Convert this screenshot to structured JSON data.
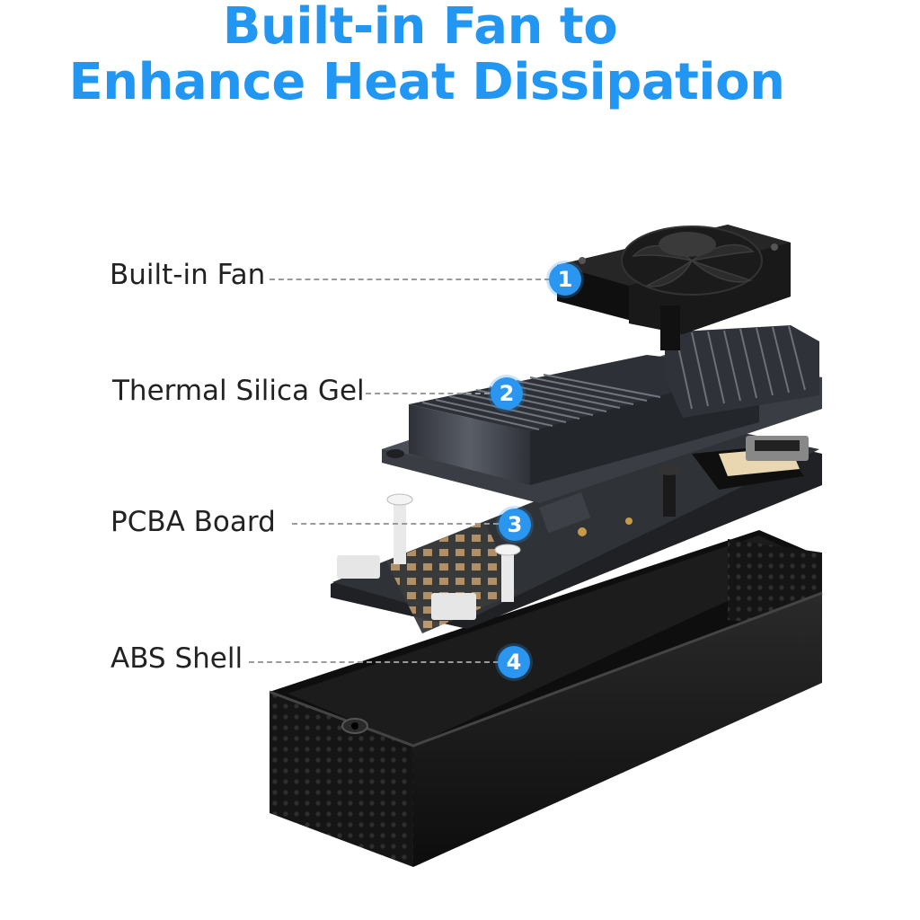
{
  "headline": {
    "line1": "Built-in Fan to",
    "line2": "Enhance Heat Dissipation",
    "color": "#2196f3"
  },
  "callouts": [
    {
      "number": "1",
      "label": "Built-in Fan",
      "icon": "fan-icon"
    },
    {
      "number": "2",
      "label": "Thermal Silica Gel",
      "icon": "heatsink-icon"
    },
    {
      "number": "3",
      "label": "PCBA Board",
      "icon": "pcb-icon"
    },
    {
      "number": "4",
      "label": "ABS Shell",
      "icon": "shell-icon"
    }
  ],
  "colors": {
    "badge": "#2a96f0",
    "heatsink": "#3a3d44",
    "pcb": "#2b2d31",
    "shell": "#141414"
  }
}
